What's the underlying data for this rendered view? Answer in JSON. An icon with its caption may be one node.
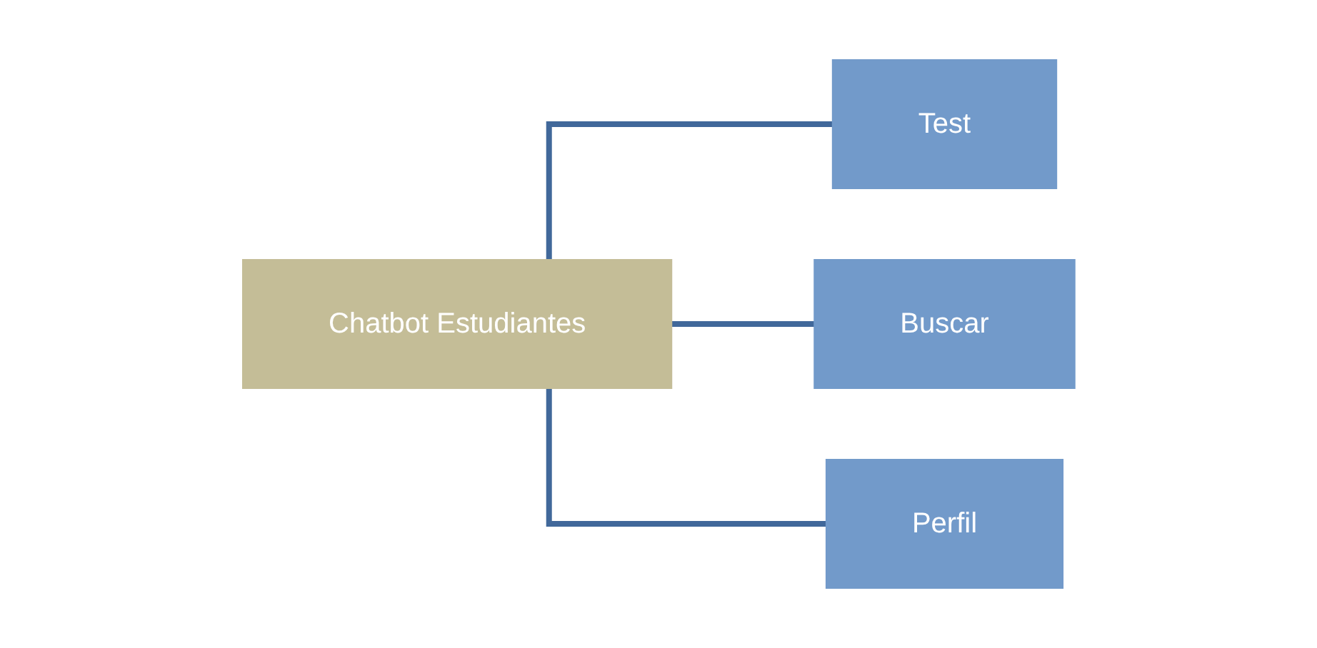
{
  "diagram": {
    "nodes": [
      {
        "text": [
          "Chatbot Estudiantes"
        ]
      },
      {
        "text": [
          "Test"
        ]
      },
      {
        "text": [
          "Buscar"
        ]
      },
      {
        "text": [
          "Perfil"
        ]
      }
    ],
    "edges": [
      {
        "from": 0,
        "to": 1,
        "arrow": "none"
      },
      {
        "from": 0,
        "to": 2,
        "arrow": "none"
      },
      {
        "from": 0,
        "to": 3,
        "arrow": "none"
      }
    ]
  }
}
